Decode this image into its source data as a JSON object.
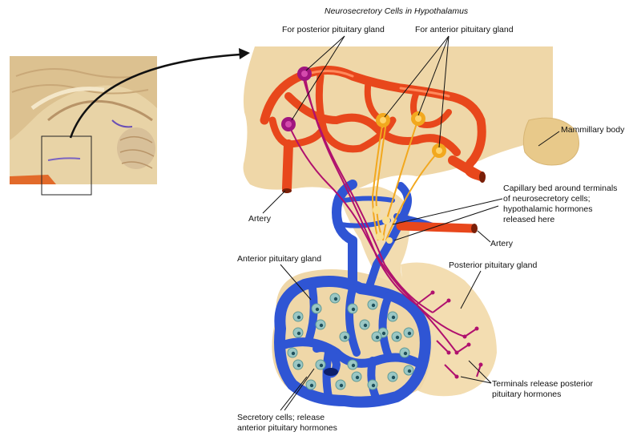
{
  "diagram": {
    "title": "Neurosecretory Cells in Hypothalamus",
    "labels": {
      "posterior_cells": "For posterior pituitary gland",
      "anterior_cells": "For anterior pituitary gland",
      "mammillary": "Mammillary body",
      "capillary_1": "Capillary bed around terminals",
      "capillary_2": "of neurosecretory cells;",
      "capillary_3": "hypothalamic hormones",
      "capillary_4": "released here",
      "artery_left": "Artery",
      "artery_right": "Artery",
      "anterior_gland": "Anterior pituitary gland",
      "posterior_gland": "Posterior pituitary gland",
      "terminals_1": "Terminals release posterior",
      "terminals_2": "pituitary hormones",
      "secretory_1": "Secretory cells; release",
      "secretory_2": "anterior pituitary hormones"
    },
    "colors": {
      "artery_red": "#e8471c",
      "vein_blue": "#2f55d4",
      "nerve_magenta": "#b0106e",
      "nerve_orange": "#f2a81e",
      "tissue_tan": "#efd7a8",
      "cell_teal": "#9ac7c4"
    }
  }
}
